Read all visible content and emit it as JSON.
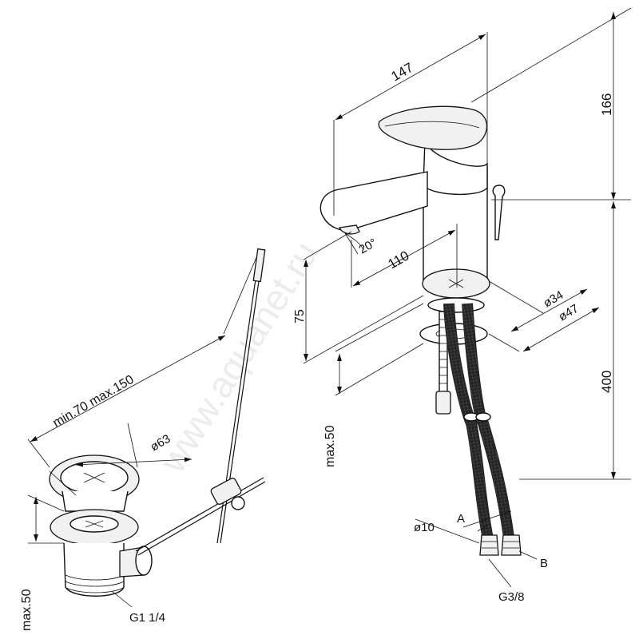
{
  "watermark": "www.aquanet.ru",
  "dimensions": {
    "length": "147",
    "height": "166",
    "spout_reach": "110",
    "spout_angle": "20°",
    "spout_clearance": "75",
    "tail_length": "400",
    "mount_max": "max.50",
    "hole_diameter": "ø34",
    "base_diameter": "ø47",
    "waste_rod": "min.70 max.150",
    "waste_diameter": "ø63",
    "waste_max": "max.50",
    "waste_thread": "G1 1/4",
    "hose_diameter": "ø10",
    "connector_thread": "G3/8",
    "label_a": "A",
    "label_b": "B"
  }
}
